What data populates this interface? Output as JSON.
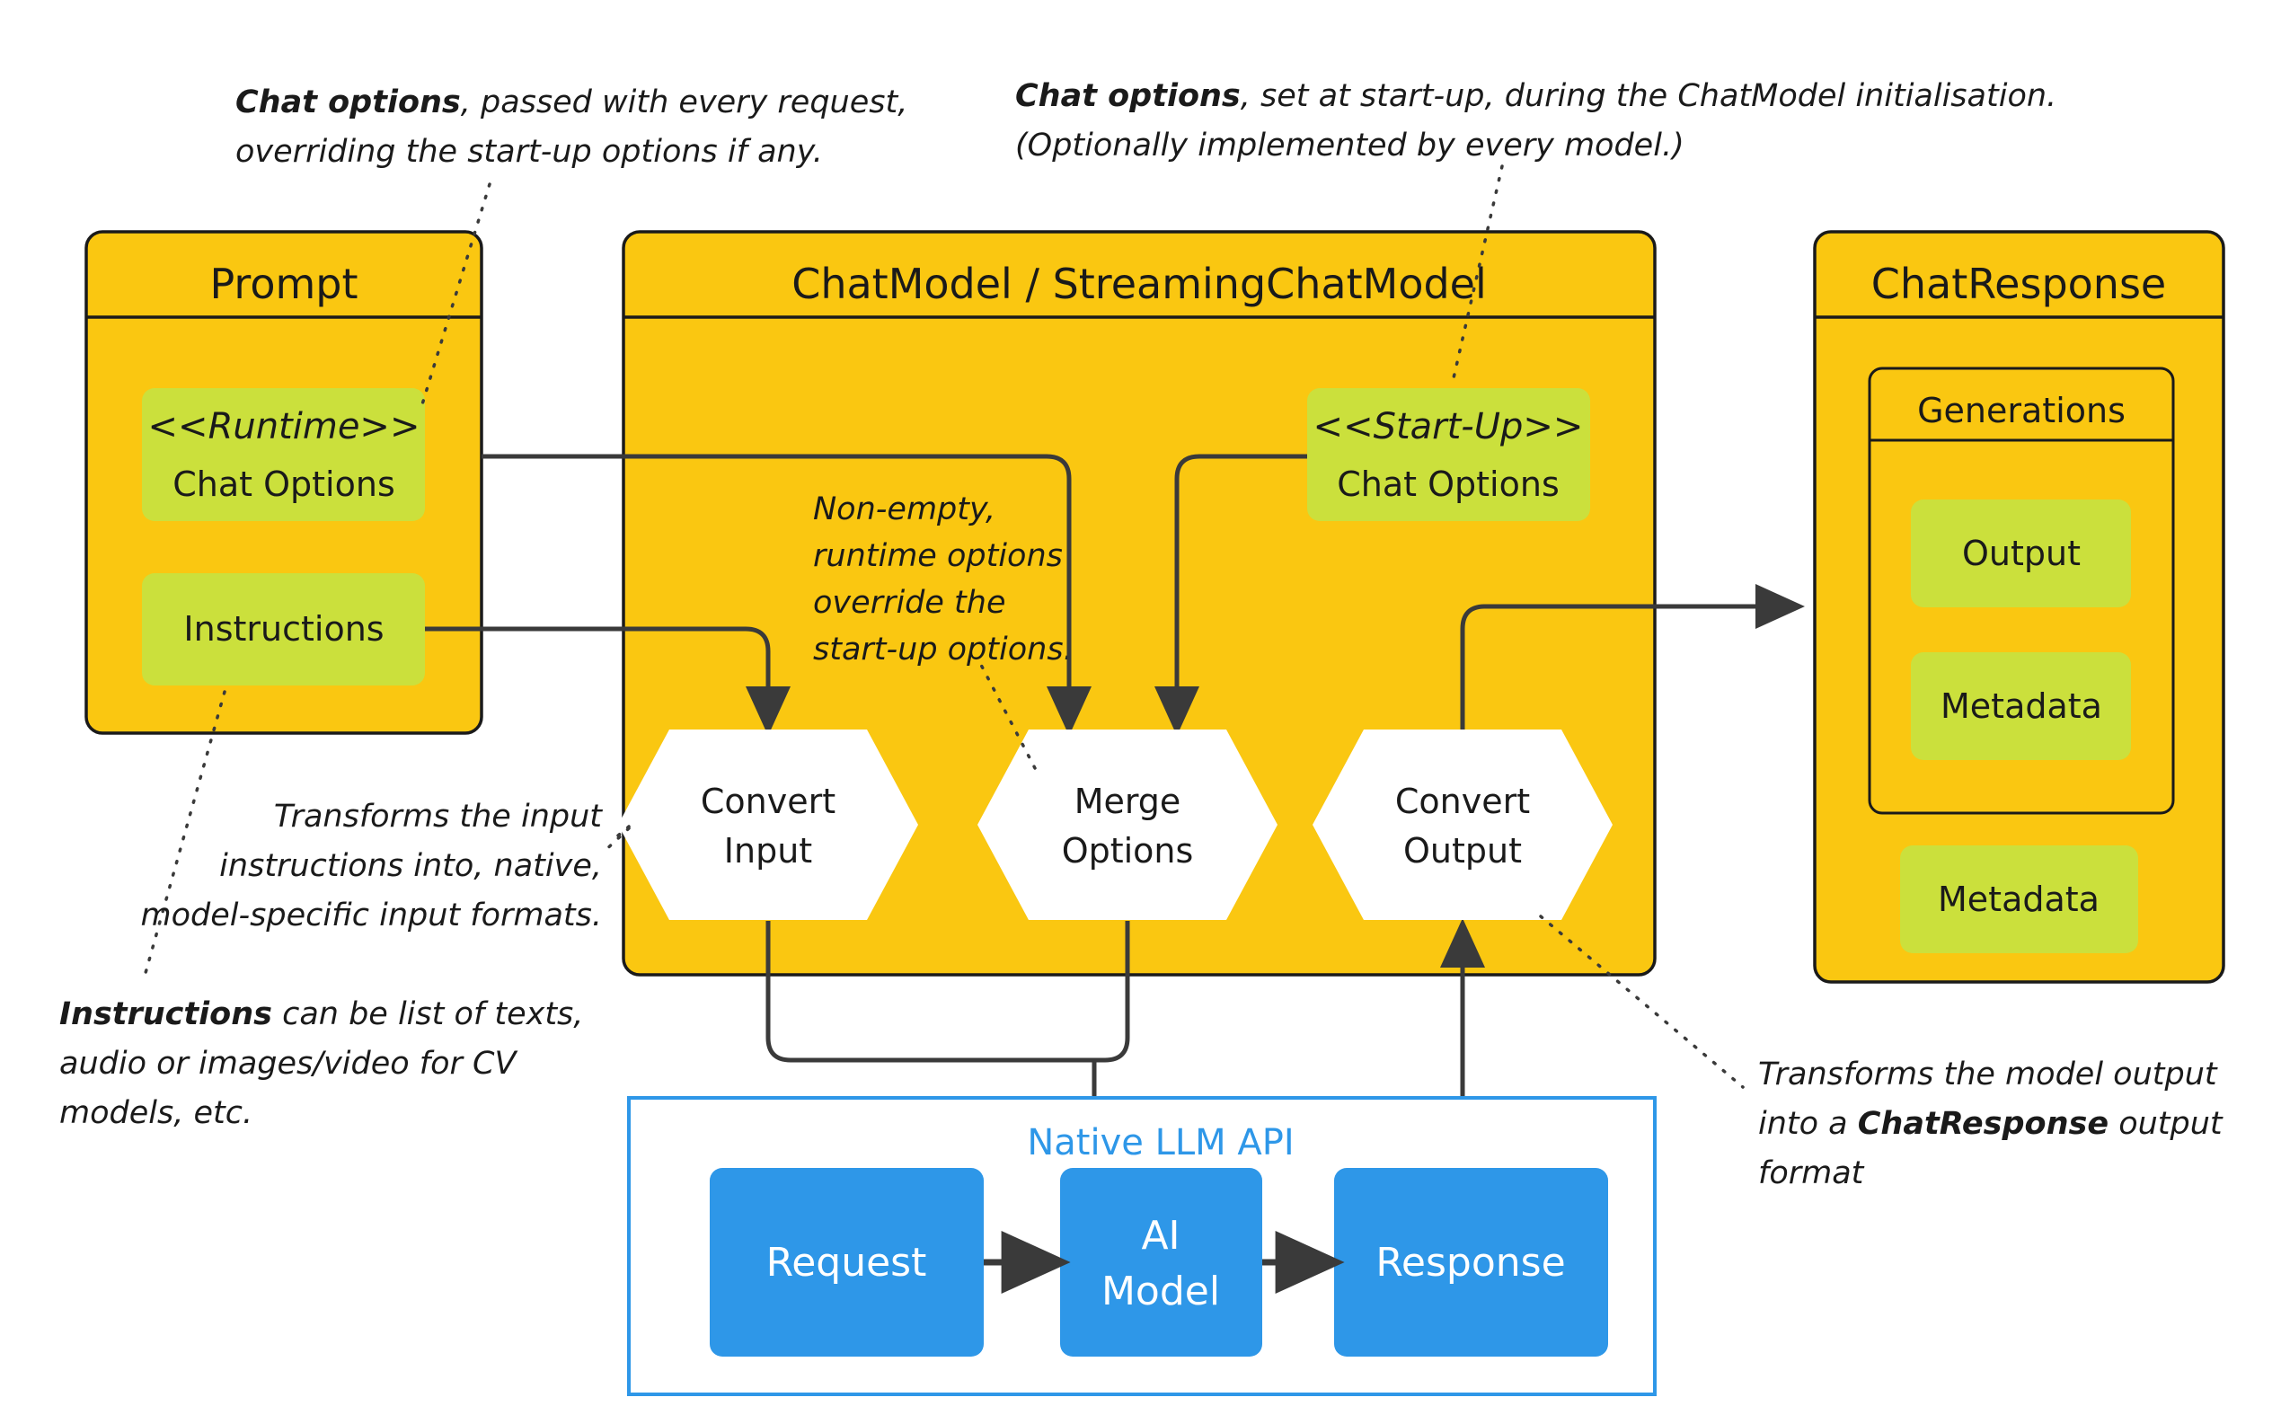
{
  "colors": {
    "orange": "#FAC711",
    "green": "#CBE03C",
    "blue": "#2E97E8",
    "white": "#FFFFFF",
    "stroke": "#1A1A1A",
    "arrow": "#3A3A3A",
    "api_border": "#2E97E8"
  },
  "prompt": {
    "title": "Prompt",
    "runtime_stereotype": "<<Runtime>>",
    "runtime_label": "Chat Options",
    "instructions_label": "Instructions"
  },
  "chatmodel": {
    "title": "ChatModel / StreamingChatModel",
    "startup_stereotype": "<<Start-Up>>",
    "startup_label": "Chat Options",
    "inline_note": [
      "Non-empty,",
      "runtime options",
      "override the",
      "start-up options."
    ],
    "hexagons": [
      {
        "line1": "Convert",
        "line2": "Input"
      },
      {
        "line1": "Merge",
        "line2": "Options"
      },
      {
        "line1": "Convert",
        "line2": "Output"
      }
    ]
  },
  "chatresponse": {
    "title": "ChatResponse",
    "generations_title": "Generations",
    "generations_items": [
      "Output",
      "Metadata"
    ],
    "metadata_label": "Metadata"
  },
  "native_api": {
    "title": "Native LLM API",
    "nodes": [
      {
        "line1": "Request",
        "line2": ""
      },
      {
        "line1": "AI",
        "line2": "Model"
      },
      {
        "line1": "Response",
        "line2": ""
      }
    ]
  },
  "annotations": {
    "runtime_note": {
      "bold": "Chat options",
      "line1_rest": ", passed with every  request,",
      "line2": "overriding the start-up options if any."
    },
    "startup_note": {
      "bold": "Chat options",
      "line1_rest": ", set at start-up, during  the ChatModel initialisation.",
      "line2": "(Optionally implemented by every model.)"
    },
    "convert_input_note": [
      "Transforms the input",
      "instructions into, native,",
      "model-specific input formats."
    ],
    "instructions_note": {
      "bold": "Instructions",
      "line1_rest": " can be list of texts,",
      "line2": "audio or images/video for CV",
      "line3": "models, etc."
    },
    "convert_output_note": {
      "line1": "Transforms the model output",
      "line2_pre": "into  a ",
      "line2_bold": "ChatResponse",
      "line2_post": " output",
      "line3": "format"
    }
  }
}
